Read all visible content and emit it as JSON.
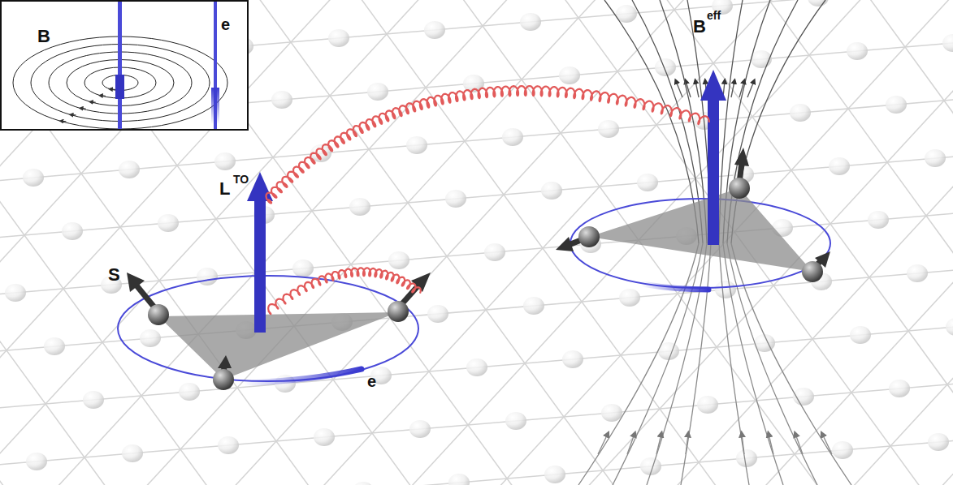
{
  "diagram": {
    "labels": [
      "B",
      "e",
      "L",
      "TO",
      "S",
      "e",
      "B",
      "eff"
    ]
  }
}
